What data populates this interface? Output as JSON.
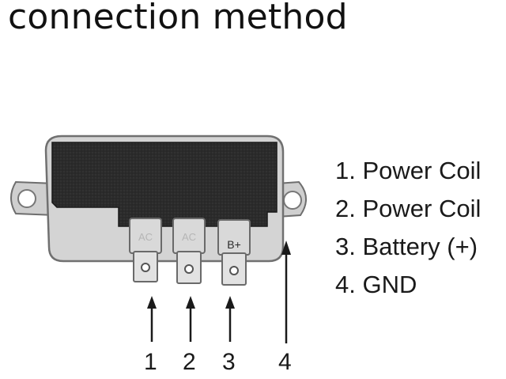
{
  "title": "connection method",
  "legend": [
    "1. Power Coil",
    "2. Power Coil",
    "3. Battery (+)",
    "4. GND"
  ],
  "terminal_marks": [
    "AC",
    "AC",
    "B+"
  ],
  "arrow_numbers": [
    "1",
    "2",
    "3",
    "4"
  ]
}
